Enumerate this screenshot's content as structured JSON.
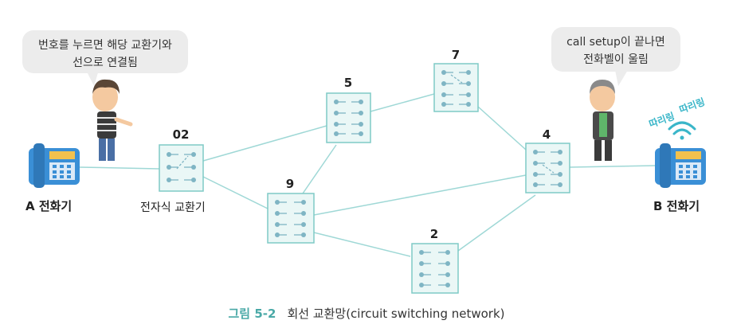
{
  "bubble_a": {
    "line1": "번호를 누르면 해당 교환기와",
    "line2": "선으로 연결됨"
  },
  "bubble_b": {
    "line1": "call setup이 끝나면",
    "line2": "전화벨이 울림"
  },
  "phone_a_label": "A 전화기",
  "phone_b_label": "B 전화기",
  "exchange_label": "전자식 교환기",
  "ring_text_1": "따리링",
  "ring_text_2": "따리링",
  "nodes": [
    {
      "id": "02",
      "label": "02"
    },
    {
      "id": "5",
      "label": "5"
    },
    {
      "id": "7",
      "label": "7"
    },
    {
      "id": "9",
      "label": "9"
    },
    {
      "id": "2",
      "label": "2"
    },
    {
      "id": "4",
      "label": "4"
    }
  ],
  "caption": {
    "figure": "그림 5-2",
    "text": "회선 교환망(circuit switching network)"
  },
  "colors": {
    "accent": "#4aa9a7",
    "line": "#9fd8d6",
    "phone": "#3a8fd6",
    "bubble": "#ececec"
  }
}
